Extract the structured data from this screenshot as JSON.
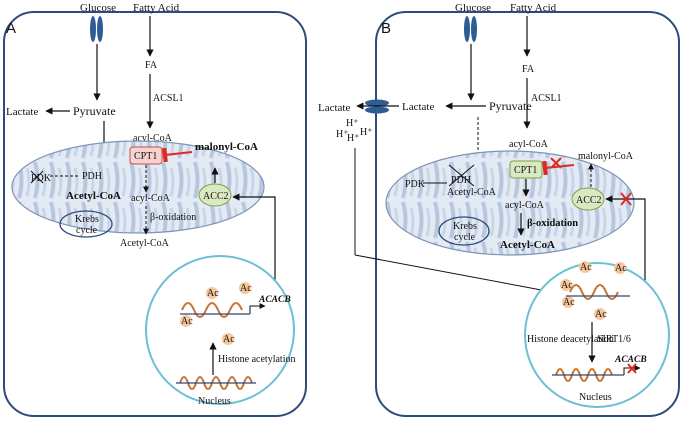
{
  "panel_a": {
    "letter": "A",
    "glucose": "Glucose",
    "fatty_acid": "Fatty Acid",
    "fa": "FA",
    "acsl1": "ACSL1",
    "lactate": "Lactate",
    "pyruvate": "Pyruvate",
    "acyl_coa_top": "acyl-CoA",
    "cpt1": "CPT1",
    "malonyl_coa": "malonyl-CoA",
    "pdk": "PDK",
    "pdh": "PDH",
    "acetyl_coa_bold": "Acetyl-CoA",
    "acyl_coa_mid": "acyl-CoA",
    "beta_ox": "β-oxidation",
    "acetyl_coa": "Acetyl-CoA",
    "acc2": "ACC2",
    "krebs_1": "Krebs",
    "krebs_2": "cycle",
    "acacb": "ACACB",
    "histone": "Histone acetylation",
    "nucleus": "Nucleus",
    "ac": "Ac"
  },
  "panel_b": {
    "letter": "B",
    "glucose": "Glucose",
    "fatty_acid": "Fatty Acid",
    "fa": "FA",
    "acsl1": "ACSL1",
    "lactate_out": "Lactate",
    "lactate_in": "Lactate",
    "pyruvate": "Pyruvate",
    "h1": "H⁺",
    "h2": "H⁺",
    "h3": "H⁺",
    "h4": "H⁺",
    "acyl_coa_top": "acyl-CoA",
    "malonyl_coa": "malonyl-CoA",
    "cpt1": "CPT1",
    "pdk": "PDK",
    "pdh": "PDH",
    "acetyl_coa": "Acetyl-CoA",
    "acyl_coa_mid": "acyl-CoA",
    "beta_ox": "β-oxidation",
    "acetyl_coa_bold": "Acetyl-CoA",
    "acc2": "ACC2",
    "krebs_1": "Krebs",
    "krebs_2": "cycle",
    "histone": "Histone deacetylation",
    "sirt": "SIRT1/6",
    "acacb": "ACACB",
    "nucleus": "Nucleus",
    "ac": "Ac"
  },
  "colors": {
    "cell_border": "#2e4b7a",
    "transporter": "#2e5c94",
    "mito_fill": "#e3eaf4",
    "mito_cristae": "#9fb4d1",
    "cpt1_fill": "#f6d3cf",
    "cpt1_stroke": "#c0504d",
    "acc2_fill": "#dbe9c3",
    "nucleus_stroke": "#6cc0d6",
    "inhibit": "#e0291f",
    "ac_fill": "#f6c79c",
    "dna": "#c87533"
  }
}
